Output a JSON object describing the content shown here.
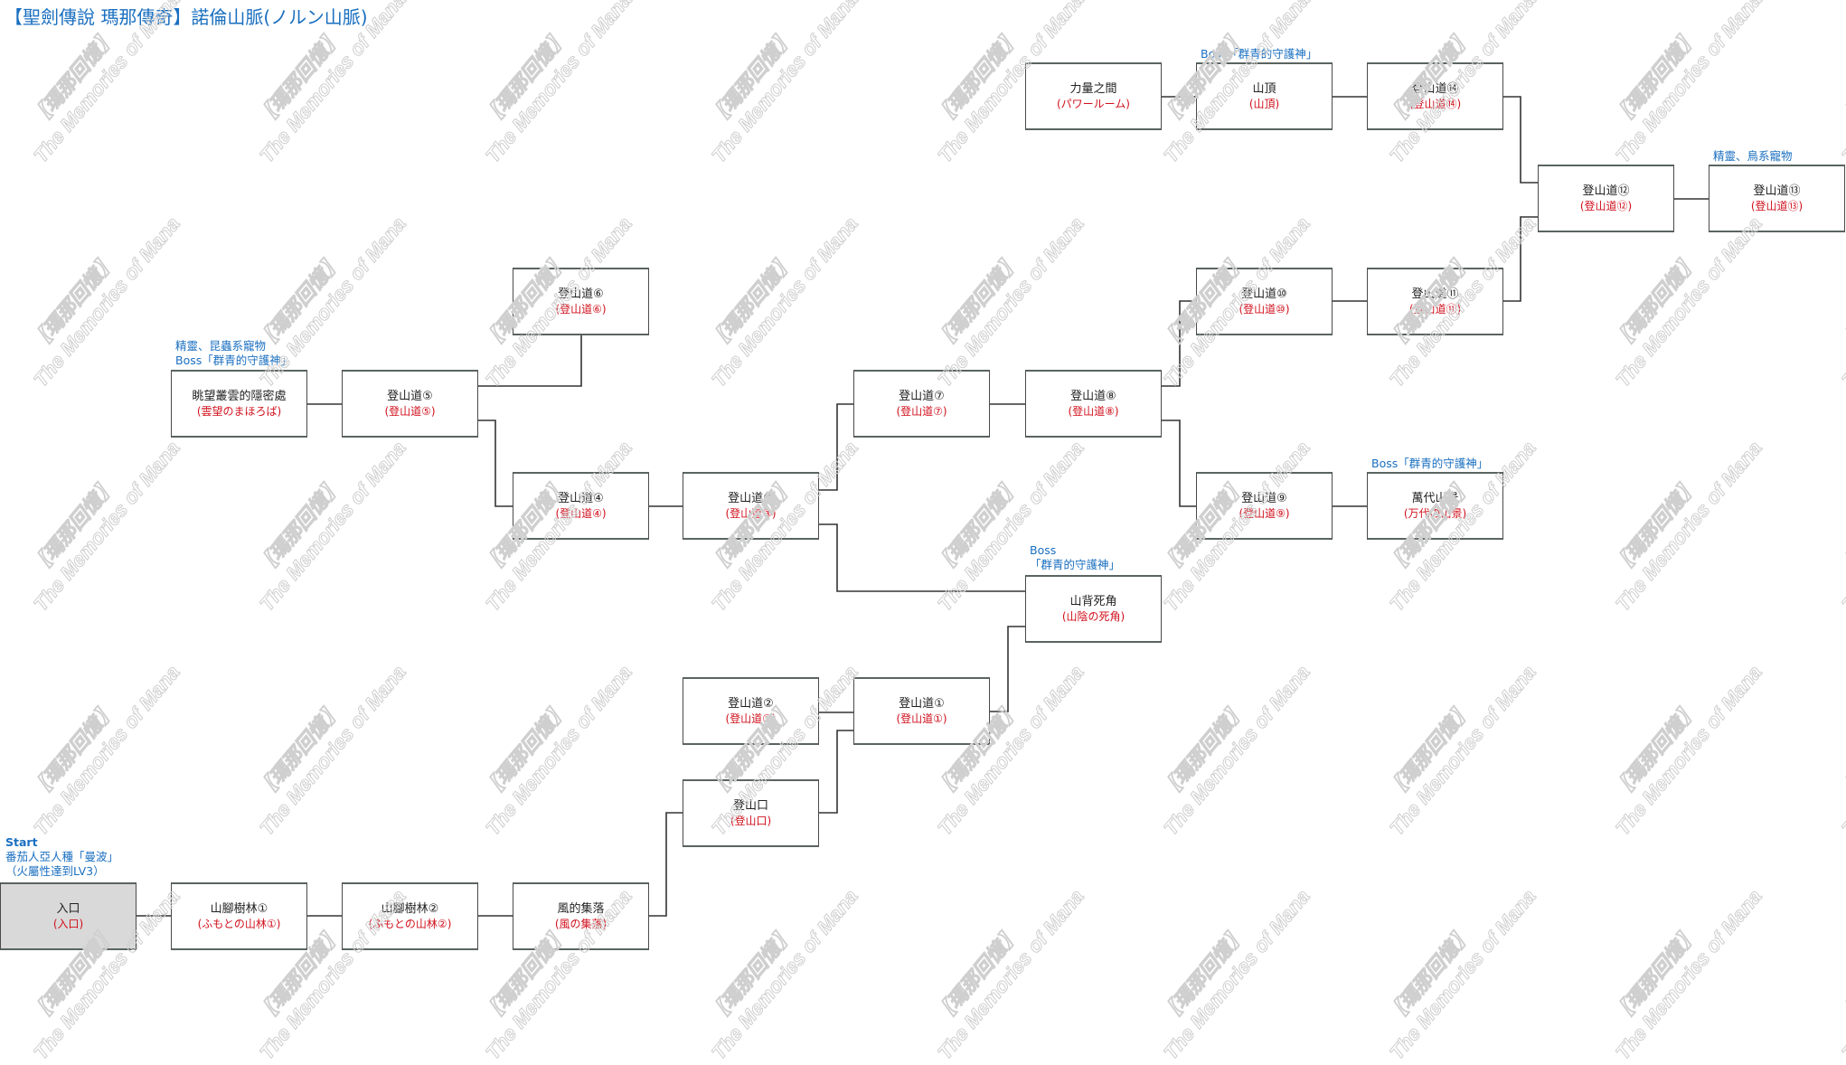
{
  "title": "【聖劍傳說 瑪那傳奇】諾倫山脈(ノルン山脈)",
  "watermark": {
    "line1": "【瑪那回憶】",
    "line2": "The Memories of Mana"
  },
  "labels": {
    "start": {
      "line1": "Start",
      "line2": "番茄人亞人種「曼波」",
      "line3": "（火屬性達到LV3）"
    },
    "hideout": {
      "line1": "精靈、昆蟲系寵物",
      "line2": "Boss「群青的守護神」"
    },
    "summit": "Boss「群青的守護神」",
    "trail13": "精靈、鳥系寵物",
    "view": "Boss「群青的守護神」",
    "blind": {
      "line1": "Boss",
      "line2": "「群青的守護神」"
    }
  },
  "boxes": [
    {
      "name": "入口",
      "sub": "(入口)"
    },
    {
      "name": "山腳樹林①",
      "sub": "(ふもとの山林①)"
    },
    {
      "name": "山腳樹林②",
      "sub": "(ふもとの山林②)"
    },
    {
      "name": "風的集落",
      "sub": "(風の集落)"
    },
    {
      "name": "登山口",
      "sub": "(登山口)"
    },
    {
      "name": "登山道②",
      "sub": "(登山道②)"
    },
    {
      "name": "登山道①",
      "sub": "(登山道①)"
    },
    {
      "name": "山背死角",
      "sub": "(山陰の死角)"
    },
    {
      "name": "登山道③",
      "sub": "(登山道③)"
    },
    {
      "name": "登山道④",
      "sub": "(登山道④)"
    },
    {
      "name": "登山道⑤",
      "sub": "(登山道⑤)"
    },
    {
      "name": "眺望叢雲的隱密處",
      "sub": "(雲望のまほろば)"
    },
    {
      "name": "登山道⑥",
      "sub": "(登山道⑥)"
    },
    {
      "name": "登山道⑦",
      "sub": "(登山道⑦)"
    },
    {
      "name": "登山道⑧",
      "sub": "(登山道⑧)"
    },
    {
      "name": "登山道⑨",
      "sub": "(登山道⑨)"
    },
    {
      "name": "萬代山景",
      "sub": "(万代の山景)"
    },
    {
      "name": "登山道⑩",
      "sub": "(登山道⑩)"
    },
    {
      "name": "登山道⑪",
      "sub": "(登山道⑪)"
    },
    {
      "name": "登山道⑫",
      "sub": "(登山道⑫)"
    },
    {
      "name": "登山道⑬",
      "sub": "(登山道⑬)"
    },
    {
      "name": "力量之間",
      "sub": "(パワールーム)"
    },
    {
      "name": "山頂",
      "sub": "(山頂)"
    },
    {
      "name": "登山道⑭",
      "sub": "(登山道⑭)"
    }
  ]
}
